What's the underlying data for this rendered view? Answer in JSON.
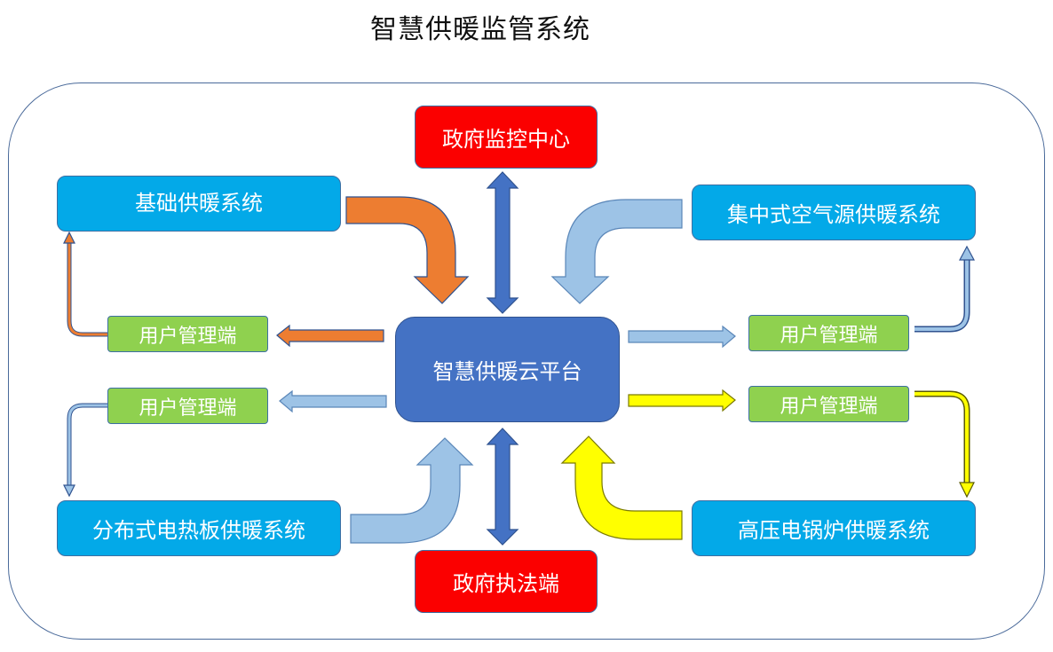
{
  "title": "智慧供暖监管系统",
  "center": {
    "label": "智慧供暖云平台"
  },
  "government": {
    "monitor_center": "政府监控中心",
    "law_enforcement": "政府执法端"
  },
  "systems": {
    "basic": "基础供暖系统",
    "central_air_source": "集中式空气源供暖系统",
    "distributed_electric_panel": "分布式电热板供暖系统",
    "high_voltage_boiler": "高压电锅炉供暖系统"
  },
  "user_terminals": {
    "left_top": "用户管理端",
    "left_bottom": "用户管理端",
    "right_top": "用户管理端",
    "right_bottom": "用户管理端"
  },
  "colors": {
    "system_box": "#03a9e8",
    "government_box": "#fb0000",
    "user_box": "#8fd14f",
    "cloud_box": "#4472c4",
    "arrow_orange": "#ed7d31",
    "arrow_lightblue": "#9dc3e6",
    "arrow_yellow": "#ffff00",
    "arrow_darkblue": "#4472c4"
  }
}
